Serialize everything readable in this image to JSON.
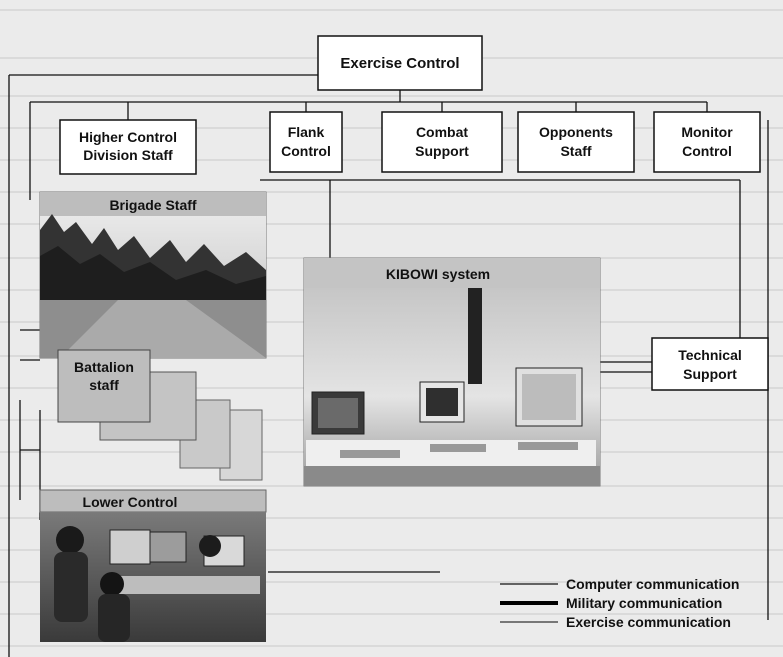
{
  "nodes": {
    "exercise_control": "Exercise Control",
    "higher_control_line1": "Higher Control",
    "higher_control_line2": "Division Staff",
    "flank_control_line1": "Flank",
    "flank_control_line2": "Control",
    "combat_support_line1": "Combat",
    "combat_support_line2": "Support",
    "opponents_staff_line1": "Opponents",
    "opponents_staff_line2": "Staff",
    "monitor_control_line1": "Monitor",
    "monitor_control_line2": "Control",
    "technical_support_line1": "Technical",
    "technical_support_line2": "Support",
    "kibowi_system": "KIBOWI system",
    "brigade_staff": "Brigade Staff",
    "battalion_staff_line1": "Battalion",
    "battalion_staff_line2": "staff",
    "lower_control": "Lower Control"
  },
  "legend": {
    "computer": "Computer communication",
    "military": "Military communication",
    "exercise": "Exercise communication"
  },
  "icons": {
    "forest_photo": "forest-photo-icon",
    "computer_room_photo": "computer-room-photo-icon",
    "operators_photo": "operators-photo-icon"
  },
  "colors": {
    "page_background": "#ebebeb",
    "box_fill": "#ffffff",
    "panel_grey": "#bdbdbd",
    "line_black": "#111111"
  }
}
